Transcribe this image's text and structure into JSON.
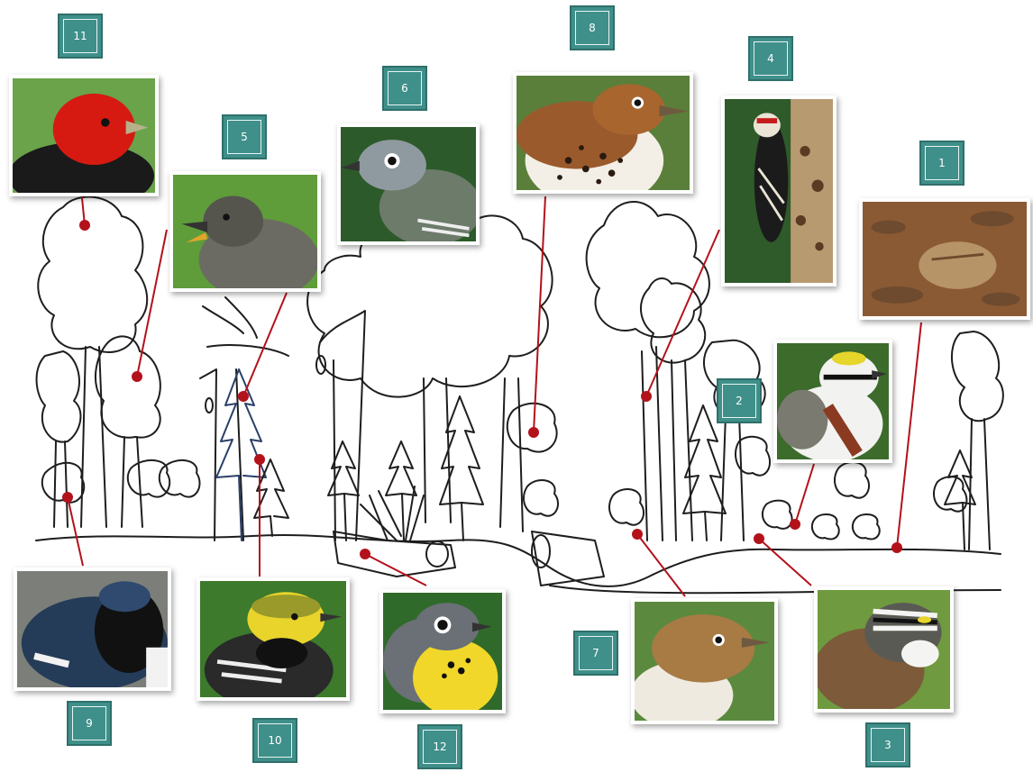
{
  "labels": [
    "11",
    "5",
    "6",
    "8",
    "4",
    "1",
    "2",
    "9",
    "10",
    "12",
    "7",
    "3"
  ],
  "photos": [
    {
      "id": 11,
      "bird": "scarlet-tanager",
      "bg": "#6aa34a",
      "body": "#d61a12",
      "wing": "#1a1a1a"
    },
    {
      "id": 5,
      "bird": "eastern-wood-pewee",
      "bg": "#5f9c3a",
      "body": "#6b6b63",
      "wing": "#4a4a44"
    },
    {
      "id": 6,
      "bird": "blue-headed-vireo",
      "bg": "#2d5a2a",
      "body": "#8f9aa0",
      "wing": "#6c7b6a"
    },
    {
      "id": 8,
      "bird": "wood-thrush",
      "bg": "#5a7f3a",
      "body": "#f3efe7",
      "wing": "#9a5a2c"
    },
    {
      "id": 4,
      "bird": "yellow-bellied-sapsucker",
      "bg": "#2f5a2a",
      "body": "#1b1b1b",
      "wing": "#e9e4d5"
    },
    {
      "id": 1,
      "bird": "ovenbird",
      "bg": "#8a5a34",
      "body": "#b79368",
      "wing": "#6e4a2e"
    },
    {
      "id": 2,
      "bird": "chestnut-sided-warbler",
      "bg": "#3c6b2b",
      "body": "#f2f2f0",
      "wing": "#8b3a22"
    },
    {
      "id": 9,
      "bird": "black-throated-blue-warbler",
      "bg": "#7c7f79",
      "body": "#253c58",
      "wing": "#f2f2f2"
    },
    {
      "id": 10,
      "bird": "black-throated-green-warbler",
      "bg": "#3d7a2c",
      "body": "#e8d42a",
      "wing": "#2a2a2a"
    },
    {
      "id": 12,
      "bird": "canada-warbler",
      "bg": "#2f6a2a",
      "body": "#f1d72a",
      "wing": "#6a7075"
    },
    {
      "id": 7,
      "bird": "veery",
      "bg": "#5b8a3e",
      "body": "#a87a44",
      "wing": "#efeae0"
    },
    {
      "id": 3,
      "bird": "white-throated-sparrow",
      "bg": "#6f9a3f",
      "body": "#7c5a3a",
      "wing": "#f4f4f2"
    }
  ],
  "colors": {
    "label_fill": "#3f8f8a",
    "leader": "#b3121b",
    "sketch": "#1e1e1e"
  }
}
